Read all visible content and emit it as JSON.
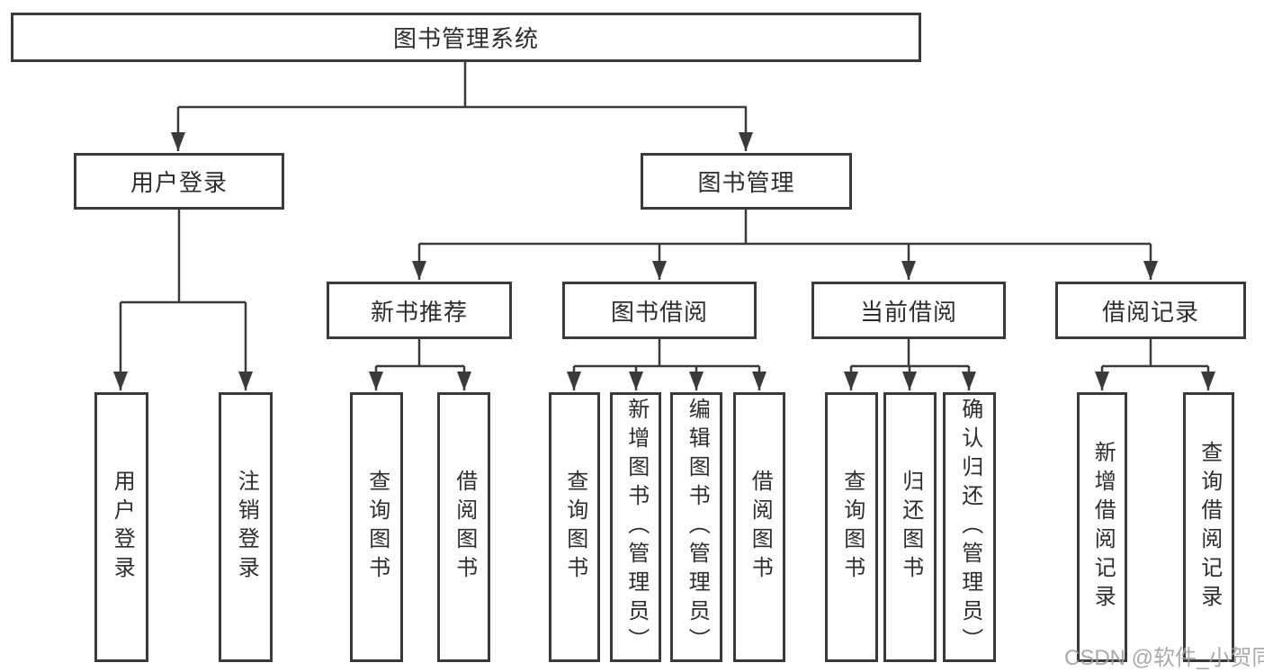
{
  "diagram_title": "图书管理系统",
  "nodes": {
    "root": "图书管理系统",
    "level2": [
      "用户登录",
      "图书管理"
    ],
    "level3": [
      "新书推荐",
      "图书借阅",
      "当前借阅",
      "借阅记录"
    ],
    "leaves": {
      "login": [
        "用户登录",
        "注销登录"
      ],
      "recommend": [
        "查询图书",
        "借阅图书"
      ],
      "borrow": [
        "查询图书",
        "新增图书（管理员）",
        "编辑图书（管理员）",
        "借阅图书"
      ],
      "current": [
        "查询图书",
        "归还图书",
        "确认归还（管理员）"
      ],
      "records": [
        "新增借阅记录",
        "查询借阅记录"
      ]
    }
  },
  "watermark": "CSDN @软件_小贺同学",
  "colors": {
    "line": "#3a3a3a",
    "box_border": "#3a3a3a",
    "text": "#2d2d2d",
    "watermark": "#9e9e9e",
    "background": "#ffffff"
  }
}
